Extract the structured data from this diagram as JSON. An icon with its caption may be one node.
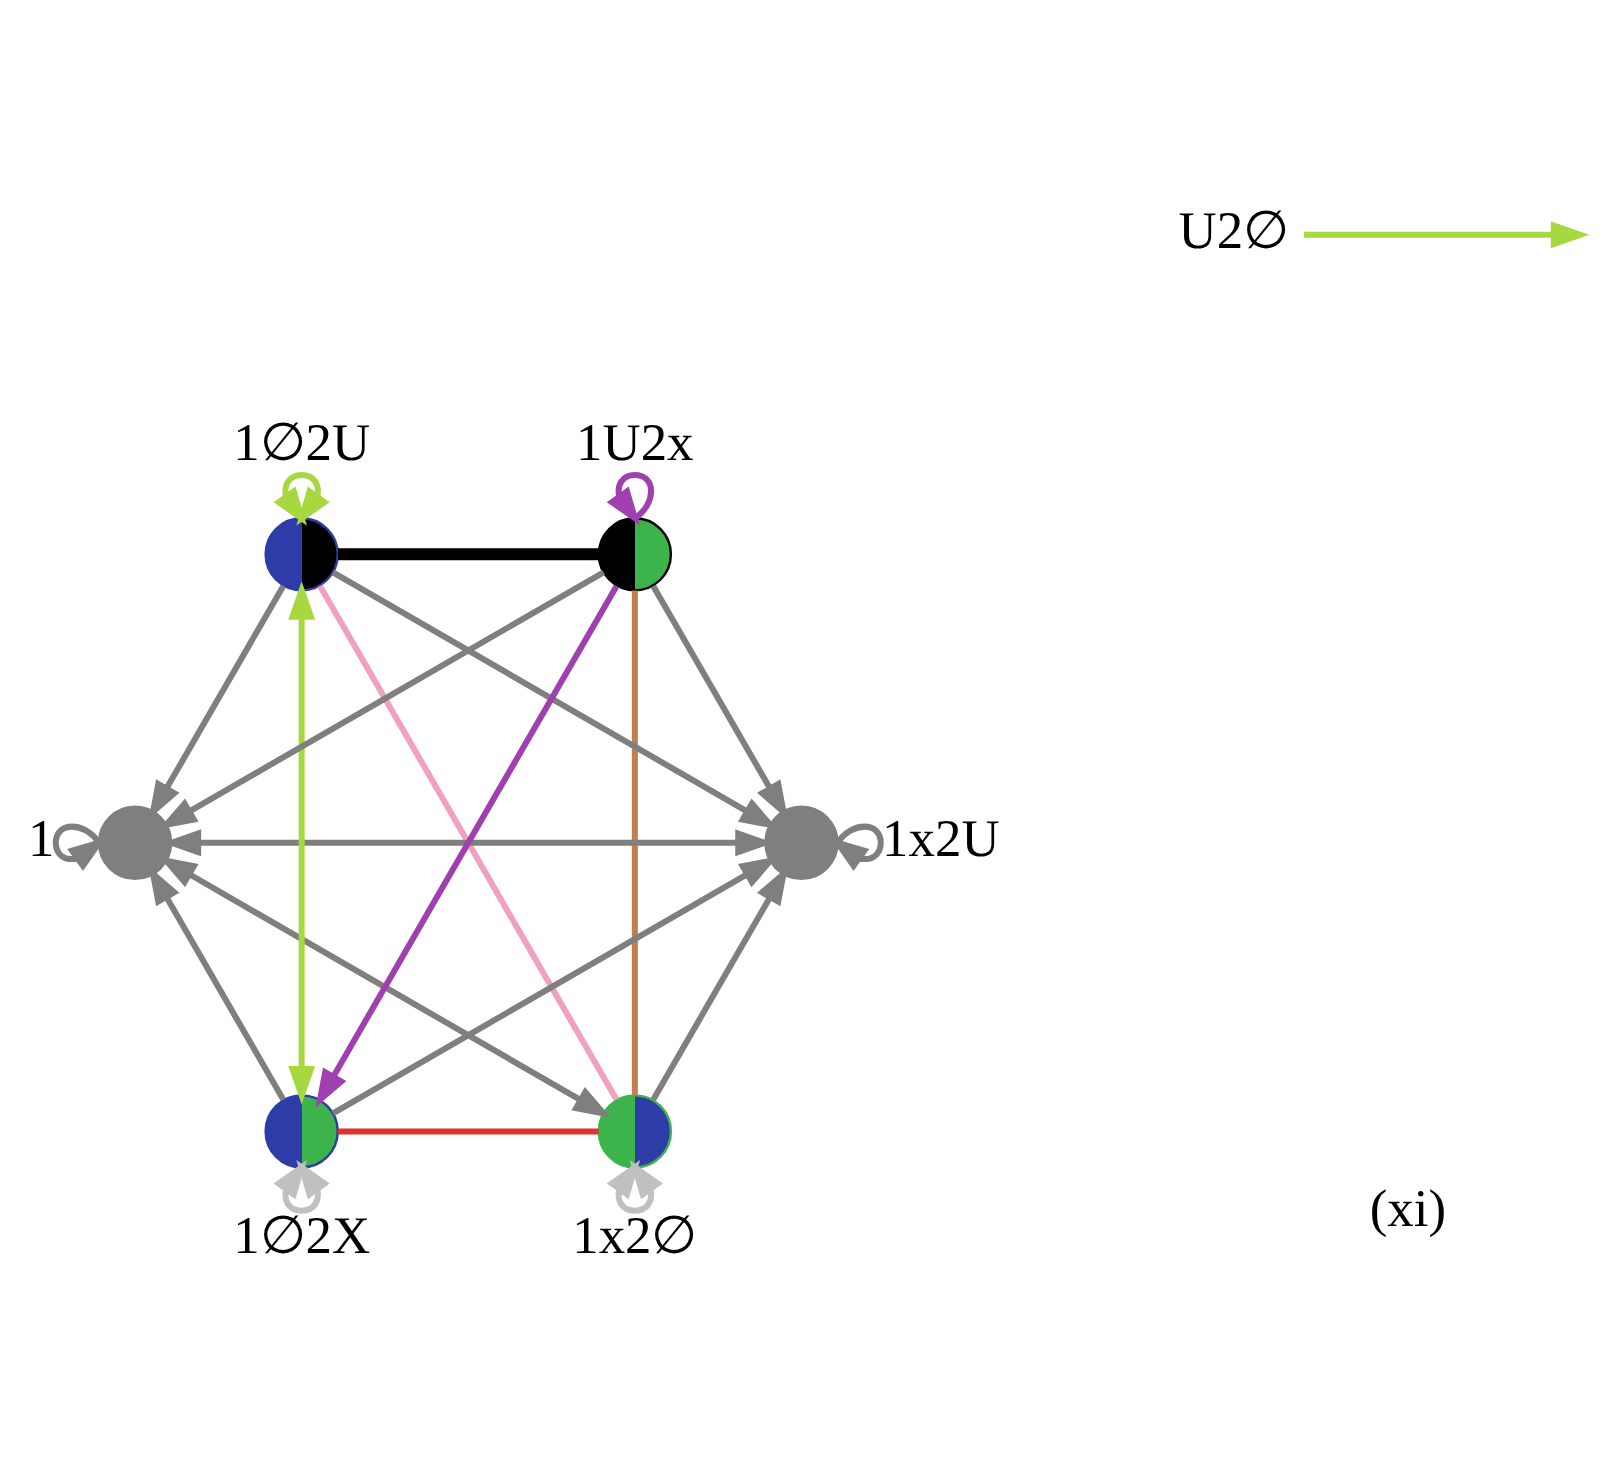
{
  "diagram": {
    "nodes": [
      {
        "text": [],
        "shape": "circle"
      },
      {
        "text": [
          "U2∅"
        ]
      },
      {
        "text": [],
        "shape": "circle"
      },
      {
        "text": [],
        "shape": "circle"
      },
      {
        "text": [],
        "shape": "circle"
      },
      {
        "text": [],
        "shape": "circle"
      },
      {
        "text": [],
        "shape": "circle"
      }
    ],
    "edges": [
      {
        "from": 0,
        "to": 0,
        "label": "1x2∅",
        "arrow": "both",
        "color": "#c0c0c0"
      },
      {
        "from": 2,
        "to": 2,
        "label": "1x2U",
        "arrow": "to"
      },
      {
        "from": 3,
        "to": 3,
        "label": "1",
        "arrow": "to"
      },
      {
        "from": 1,
        "to": null,
        "arrow": "to",
        "color": "#a8d840"
      },
      {
        "from": 4,
        "to": 4,
        "label": "1∅2U",
        "arrow": "both",
        "color": "#a8d840"
      },
      {
        "from": 5,
        "to": 5,
        "label": "1U2x",
        "arrow": "to",
        "color": "#a040b0"
      },
      {
        "from": 6,
        "to": 6,
        "label": "1∅2X",
        "arrow": "both",
        "color": "#c0c0c0"
      },
      {
        "from": 0,
        "to": 4,
        "arrow": "none",
        "color": "#f0a0c0"
      },
      {
        "from": 0,
        "to": 6,
        "arrow": "none",
        "color": "#e03030"
      },
      {
        "from": 0,
        "to": 5,
        "arrow": "none",
        "color": "#c08050"
      },
      {
        "from": 4,
        "to": 5,
        "arrow": "none",
        "style": "thick",
        "color": "#000000"
      },
      {
        "from": 4,
        "to": 6,
        "arrow": "both",
        "color": "#a8d840"
      },
      {
        "from": 5,
        "to": 6,
        "arrow": "to",
        "color": "#a040b0"
      },
      {
        "from": 0,
        "to": 2,
        "arrow": "to"
      },
      {
        "from": 0,
        "to": 3,
        "arrow": "both"
      },
      {
        "from": 2,
        "to": 3,
        "arrow": "both"
      },
      {
        "from": 4,
        "to": 2,
        "arrow": "to"
      },
      {
        "from": 4,
        "to": 3,
        "arrow": "to"
      },
      {
        "from": 5,
        "to": 2,
        "arrow": "to"
      },
      {
        "from": 5,
        "to": 3,
        "arrow": "to"
      },
      {
        "from": 6,
        "to": 2,
        "arrow": "to"
      },
      {
        "from": 6,
        "to": 3,
        "arrow": "to"
      }
    ],
    "labels": [
      "(xi)"
    ]
  }
}
